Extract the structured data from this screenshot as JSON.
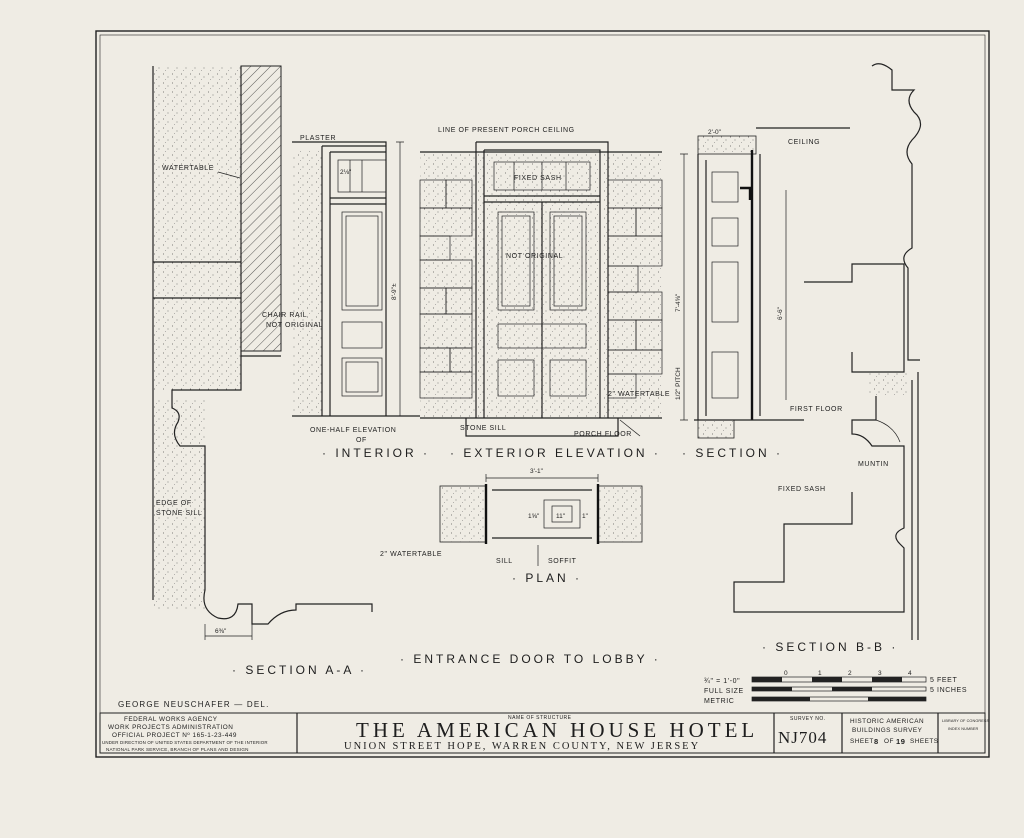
{
  "labels": {
    "watertable": "WATERTABLE",
    "chair_rail": "CHAIR RAIL",
    "not_original": "NOT ORIGINAL",
    "edge_of": "EDGE OF",
    "stone_sill": "STONE SILL",
    "plaster": "PLASTER",
    "line_present_porch_ceiling": "LINE OF PRESENT PORCH CEILING",
    "fixed_sash_upper": "FIXED SASH",
    "not_original_door": "NOT ORIGINAL",
    "watertable_2in": "2\" WATERTABLE",
    "stone_sill_low": "STONE SILL",
    "porch_floor": "PORCH FLOOR",
    "ceiling": "CEILING",
    "first_floor": "FIRST FLOOR",
    "muntin": "MUNTIN",
    "fixed_sash_bb": "FIXED SASH",
    "sill": "SILL",
    "soffit": "SOFFIT",
    "watertable_plan": "2\" WATERTABLE",
    "pitch": "1/2\" PITCH"
  },
  "dimensions": {
    "height_int": "8'-9\"±",
    "height_ext": "7'-4⅝\"",
    "height_sec": "6'-6\"",
    "top_sec": "2'-0\"",
    "plan_width": "3'-1\"",
    "section_a_width": "6⅜\"",
    "d1": "2⅛\"",
    "d2": "1⅝\"",
    "d3": "1\"",
    "d4": "11\""
  },
  "views": {
    "one_half": "ONE-HALF ELEVATION",
    "of": "OF",
    "interior": "· INTERIOR ·",
    "exterior": "· EXTERIOR ELEVATION ·",
    "section": "· SECTION ·",
    "plan": "· PLAN ·",
    "section_aa": "· SECTION A-A ·",
    "section_bb": "· SECTION B-B ·",
    "sheet_title": "· ENTRANCE DOOR TO LOBBY ·"
  },
  "delineator": "GEORGE NEUSCHAFER — DEL.",
  "scales": {
    "s1_label": "¾\" = 1'-0\"",
    "s1_unit": "5 FEET",
    "s2_label": "FULL SIZE",
    "s2_unit": "5 INCHES",
    "s3_label": "METRIC",
    "ticks": [
      "0",
      "1",
      "2",
      "3",
      "4"
    ]
  },
  "title_block": {
    "agency_1": "FEDERAL WORKS AGENCY",
    "agency_2": "WORK PROJECTS ADMINISTRATION",
    "agency_3": "OFFICIAL PROJECT Nº 165-1-23-449",
    "agency_4": "UNDER DIRECTION OF UNITED STATES DEPARTMENT OF THE INTERIOR",
    "agency_5": "NATIONAL PARK SERVICE, BRANCH OF PLANS AND DESIGN",
    "name_caption": "NAME OF STRUCTURE",
    "structure_name": "THE AMERICAN HOUSE HOTEL",
    "location": "UNION STREET HOPE, WARREN COUNTY, NEW JERSEY",
    "survey_caption": "SURVEY NO.",
    "survey_no": "NJ704",
    "habs_1": "HISTORIC AMERICAN",
    "habs_2": "BUILDINGS SURVEY",
    "sheet_label": "SHEET",
    "sheet_no": "8",
    "of_label": "OF",
    "total_sheets": "19",
    "sheets_label": "SHEETS",
    "lib_1": "LIBRARY OF CONGRESS",
    "lib_2": "INDEX NUMBER"
  }
}
